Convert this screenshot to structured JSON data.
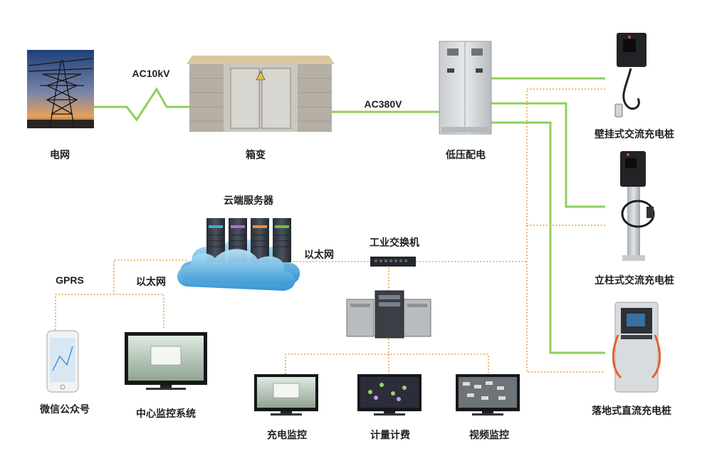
{
  "nodes": {
    "grid": "电网",
    "box_transformer": "箱变",
    "low_voltage_dist": "低压配电",
    "wall_ac_charger": "壁挂式交流充电桩",
    "pillar_ac_charger": "立柱式交流充电桩",
    "floor_dc_charger": "落地式直流充电桩",
    "cloud_server": "云端服务器",
    "industrial_switch": "工业交换机",
    "wechat_account": "微信公众号",
    "central_monitor": "中心监控系统",
    "charging_monitor": "充电监控",
    "metering_billing": "计量计费",
    "video_monitor": "视频监控"
  },
  "links": {
    "ac10kv": "AC10kV",
    "ac380v": "AC380V",
    "gprs": "GPRS",
    "ethernet_left": "以太网",
    "ethernet_right": "以太网"
  },
  "colors": {
    "power_line": "#8cd15a",
    "data_line": "#e8a24a",
    "text": "#1f1f1f"
  }
}
